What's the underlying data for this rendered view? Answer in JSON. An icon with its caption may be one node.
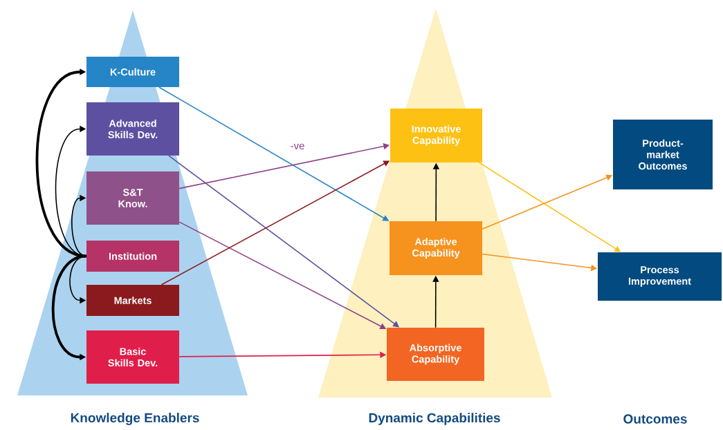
{
  "diagram": {
    "nodes": [
      {
        "text": [
          "K-Culture"
        ]
      },
      {
        "text": [
          "Advanced Skills Dev."
        ]
      },
      {
        "text": [
          "S&T Know."
        ]
      },
      {
        "text": [
          "Institution"
        ]
      },
      {
        "text": [
          "Markets"
        ]
      },
      {
        "text": [
          "Basic Skills Dev."
        ]
      },
      {
        "text": [
          "Innovative Capability"
        ]
      },
      {
        "text": [
          "Adaptive Capability"
        ]
      },
      {
        "text": [
          "Absorptive Capability"
        ]
      },
      {
        "text": [
          "Product-market Outcomes"
        ]
      },
      {
        "text": [
          "Process Improvement"
        ]
      }
    ],
    "edges": [
      {
        "from": 3,
        "to": 0,
        "arrow": "to",
        "style": "thick",
        "color": "#000000"
      },
      {
        "from": 3,
        "to": 1,
        "arrow": "to",
        "color": "#000000"
      },
      {
        "from": 3,
        "to": 2,
        "arrow": "to",
        "color": "#000000"
      },
      {
        "from": 3,
        "to": 4,
        "arrow": "to",
        "color": "#000000"
      },
      {
        "from": 3,
        "to": 5,
        "arrow": "to",
        "style": "thick",
        "color": "#000000"
      },
      {
        "from": 0,
        "to": 7,
        "arrow": "to",
        "color": "#2585c7"
      },
      {
        "from": 1,
        "to": 8,
        "arrow": "to",
        "color": "#5e50a0"
      },
      {
        "from": 2,
        "to": 6,
        "arrow": "to",
        "color": "#8f4189",
        "label": "-ve"
      },
      {
        "from": 2,
        "to": 8,
        "arrow": "to",
        "color": "#8f4189"
      },
      {
        "from": 4,
        "to": 6,
        "arrow": "to",
        "color": "#8b1a1e"
      },
      {
        "from": 5,
        "to": 8,
        "arrow": "to",
        "color": "#e01e4a"
      },
      {
        "from": 8,
        "to": 7,
        "arrow": "to",
        "color": "#000000"
      },
      {
        "from": 7,
        "to": 6,
        "arrow": "to",
        "color": "#000000"
      },
      {
        "from": 6,
        "to": 10,
        "arrow": "to",
        "color": "#fdc114"
      },
      {
        "from": 7,
        "to": 9,
        "arrow": "to",
        "color": "#f6921e"
      },
      {
        "from": 7,
        "to": 10,
        "arrow": "to",
        "color": "#f6921e"
      }
    ],
    "labels": [
      "Knowledge Enablers",
      "Dynamic Capabilities",
      "Outcomes"
    ]
  }
}
